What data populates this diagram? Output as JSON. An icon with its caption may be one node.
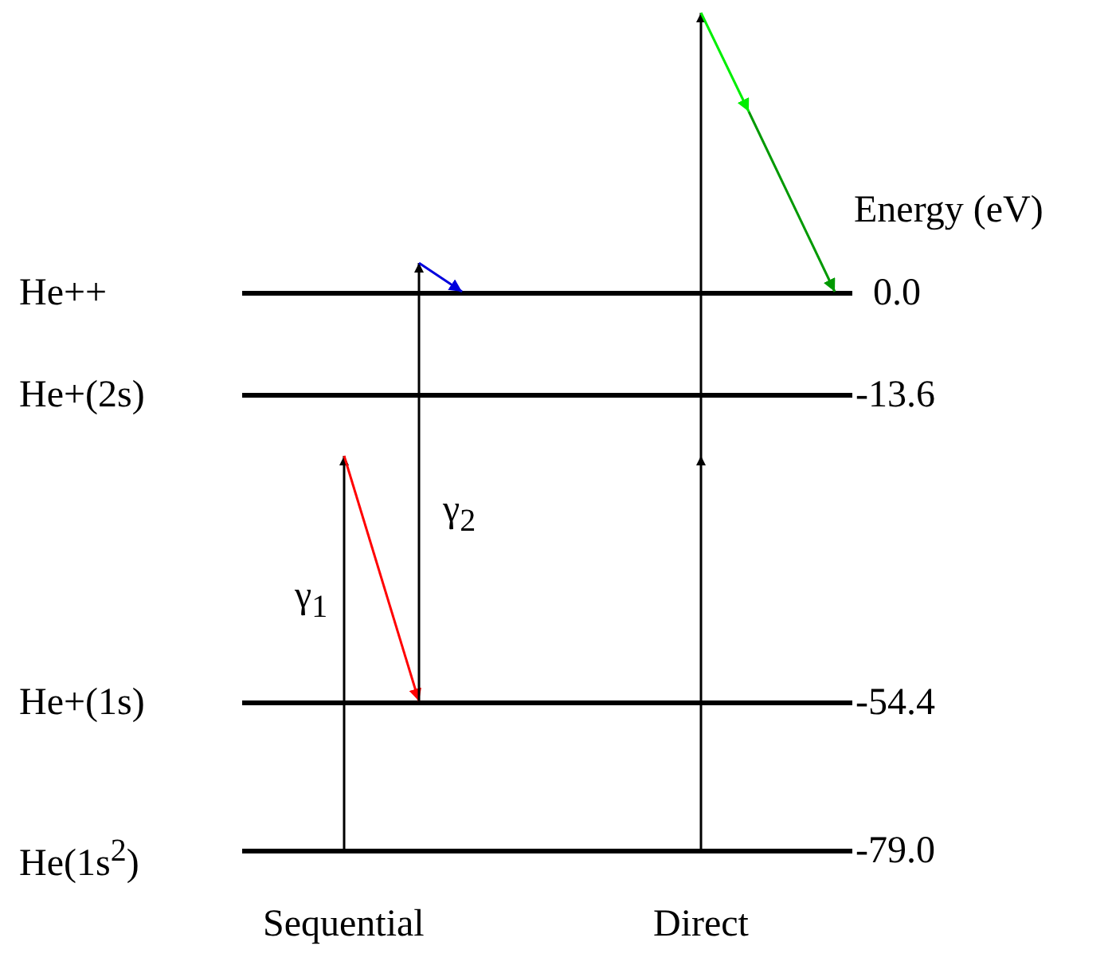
{
  "diagram": {
    "labels": [
      "Energy (eV)",
      "He++",
      "0.0",
      "He+(2s)",
      "-13.6",
      "γ$_{2}$",
      "γ$_{1}$",
      "He+(1s)",
      "-54.4",
      "He(1s$^{2}$)",
      "-79.0",
      "Sequential",
      "Direct"
    ]
  }
}
